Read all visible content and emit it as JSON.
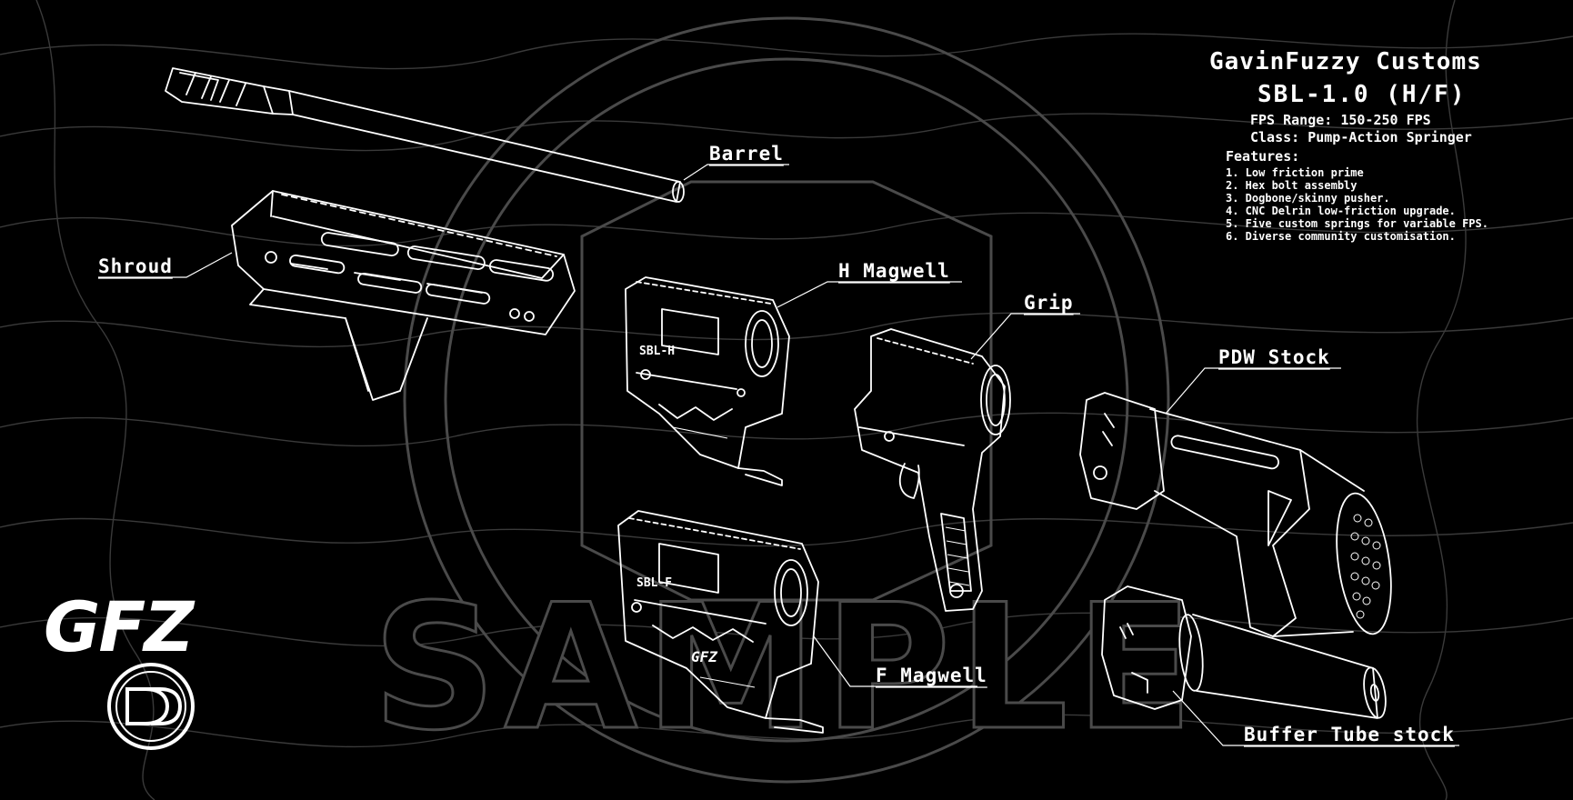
{
  "title": {
    "company": "GavinFuzzy Customs",
    "model": "SBL-1.0 (H/F)"
  },
  "specs": {
    "fps": "FPS Range: 150-250 FPS",
    "class": "Class: Pump-Action Springer"
  },
  "features": {
    "heading": "Features:",
    "items": [
      "1. Low friction prime",
      "2. Hex bolt assembly",
      "3. Dogbone/skinny pusher.",
      "4. CNC Delrin low-friction upgrade.",
      "5. Five custom springs for variable FPS.",
      "6. Diverse community customisation."
    ]
  },
  "labels": {
    "barrel": "Barrel",
    "shroud": "Shroud",
    "h_magwell": "H Magwell",
    "grip": "Grip",
    "pdw_stock": "PDW Stock",
    "f_magwell": "F Magwell",
    "buffer_tube": "Buffer Tube stock"
  },
  "part_markings": {
    "h_magwell": "SBL-H",
    "f_magwell": "SBL-F",
    "logo": "GFZ"
  },
  "brand": {
    "logo": "GFZ"
  },
  "watermark": "SAMPLE",
  "colors": {
    "background": "#000000",
    "line": "#ffffff",
    "topo": "#3a3a3a",
    "watermark": "#4a4a4a"
  }
}
